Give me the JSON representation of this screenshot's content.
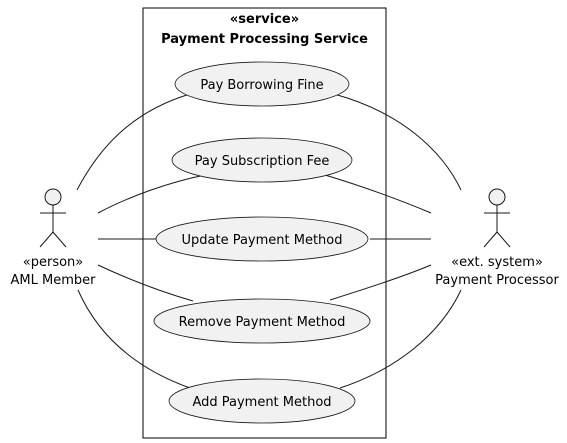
{
  "system": {
    "stereotype": "«service»",
    "name": "Payment Processing Service"
  },
  "actors": {
    "member": {
      "stereotype": "«person»",
      "name": "AML Member"
    },
    "processor": {
      "stereotype": "«ext. system»",
      "name": "Payment Processor"
    }
  },
  "use_cases": [
    {
      "label": "Pay Borrowing Fine"
    },
    {
      "label": "Pay Subscription Fee"
    },
    {
      "label": "Update Payment Method"
    },
    {
      "label": "Remove Payment Method"
    },
    {
      "label": "Add Payment Method"
    }
  ],
  "colors": {
    "use_case_fill": "#f1f1f1",
    "line": "#181818"
  }
}
